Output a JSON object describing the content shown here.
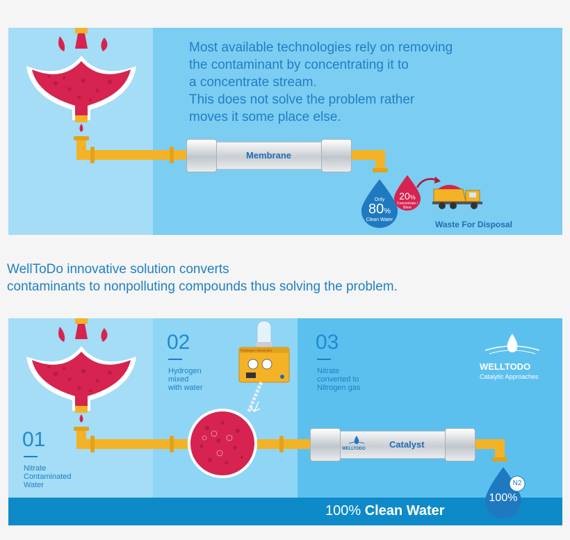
{
  "top_panel": {
    "intro_text": "Most available technologies rely on removing\nthe contaminant by concentrating it to\na concentrate stream.\nThis does not solve the problem rather\nmoves it some place else.",
    "membrane_label": "Membrane",
    "clean_drop": {
      "prefix": "Only",
      "value": "80",
      "unit": "%",
      "caption": "Clean Water"
    },
    "concentrate_drop": {
      "value": "20",
      "unit": "%",
      "caption": "Concentrate / Brine"
    },
    "waste_label": "Waste For Disposal"
  },
  "middle_text": "WellToDo innovative solution converts\ncontaminants to nonpolluting compounds thus solving the problem.",
  "bottom_panel": {
    "steps": [
      {
        "number": "01",
        "label": "Nitrate\nContaminated\nWater"
      },
      {
        "number": "02",
        "label": "Hydrogen\nmixed\nwith water"
      },
      {
        "number": "03",
        "label": "Nitrate\nconverted to\nNitrogen gas"
      }
    ],
    "hydrogen_generator_label": "Hydrogen Generator",
    "catalyst_label": "Catalyst",
    "logo_name": "WELLTODO",
    "logo_tagline": "Catalytic Approaches",
    "pipe_logo": "WELLTODO",
    "n2_label": "N2",
    "clean_drop_value": "100%",
    "clean_water": {
      "value": "100%",
      "label": "Clean Water"
    }
  },
  "colors": {
    "panel_light": "#a5dcf6",
    "panel_mid": "#7ccdf2",
    "panel_dark": "#5cc0ee",
    "band": "#0f8ac9",
    "pipe": "#f4b227",
    "contaminated": "#d6234f",
    "text_blue": "#1f7fc4"
  },
  "icons": [
    "faucet-funnel-icon",
    "water-drop-icon",
    "dump-truck-icon",
    "hydrogen-generator-icon",
    "catalyst-sphere-icon",
    "welltodo-logo-icon"
  ]
}
